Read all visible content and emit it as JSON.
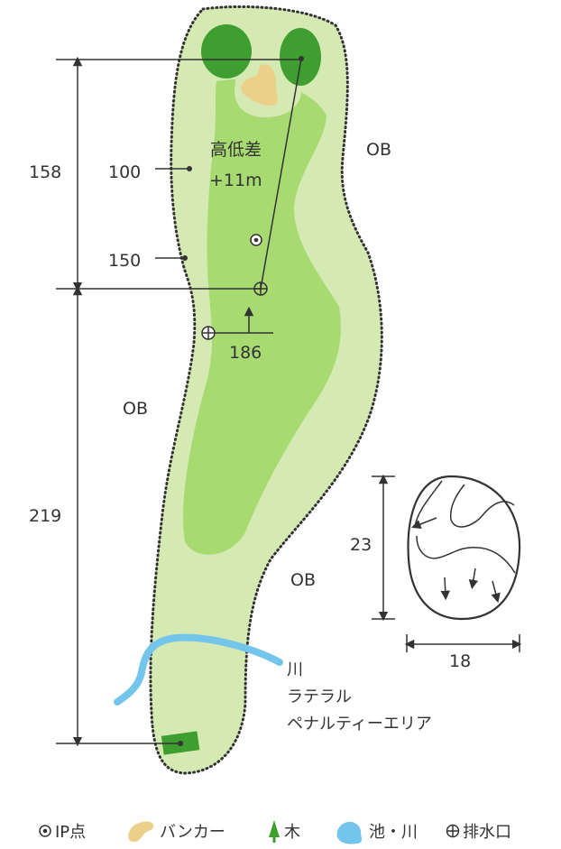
{
  "hole": {
    "elevation_title": "高低差",
    "elevation_value": "+11m",
    "distances": {
      "upper": "158",
      "lower": "219",
      "marker_100": "100",
      "marker_150": "150",
      "marker_186": "186"
    },
    "ob_labels": [
      "OB",
      "OB",
      "OB"
    ],
    "hazard_lines": [
      "川",
      "ラテラル",
      "ペナルティーエリア"
    ]
  },
  "green": {
    "depth": "23",
    "width": "18"
  },
  "legend": {
    "ip": "IP点",
    "bunker": "バンカー",
    "tree": "木",
    "water": "池・川",
    "drain": "排水口"
  },
  "colors": {
    "rough": "#d4eab2",
    "fairway": "#a8da72",
    "tree": "#3e9e2f",
    "bunker": "#ecd089",
    "water": "#74c5ec",
    "tee": "#3e9e2f",
    "line": "#333333"
  }
}
